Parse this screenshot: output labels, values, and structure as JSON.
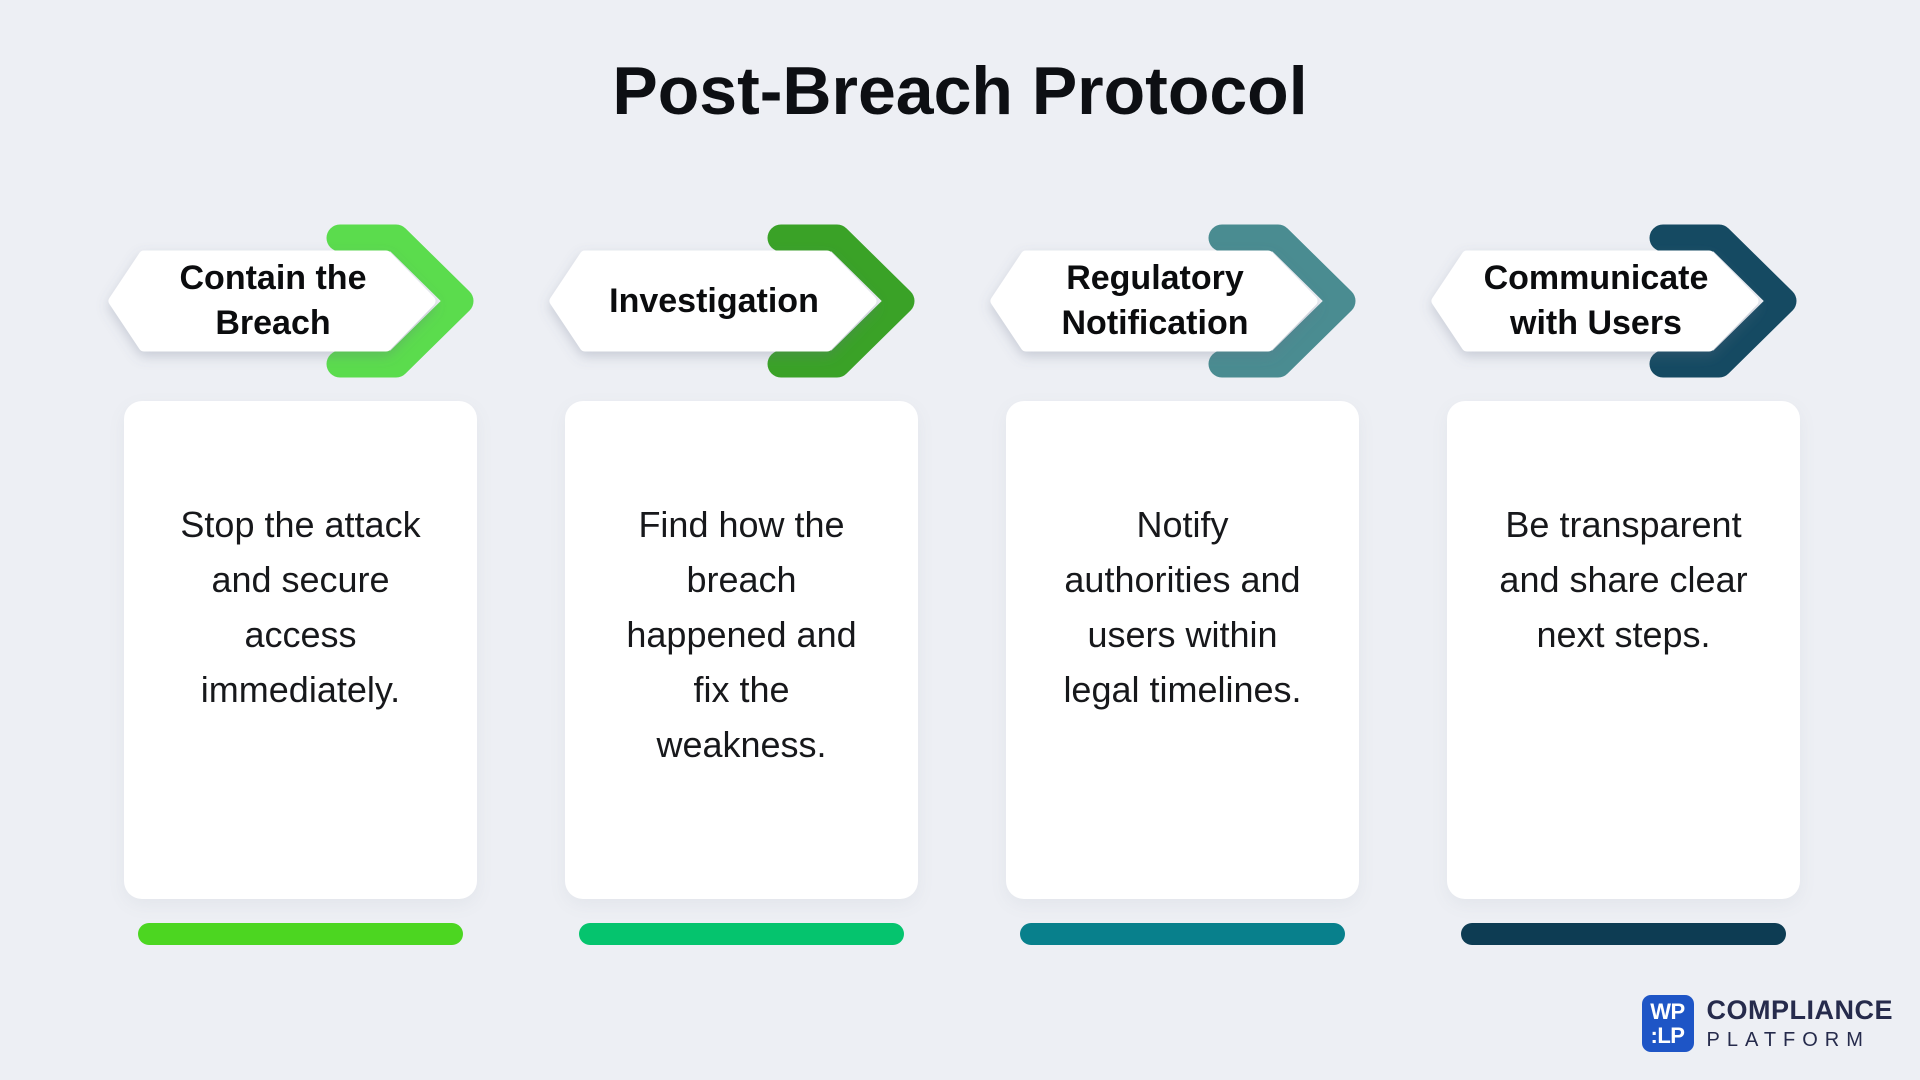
{
  "title": "Post-Breach Protocol",
  "steps": [
    {
      "label": "Contain the\nBreach",
      "description": "Stop the attack\nand secure\naccess\nimmediately.",
      "arrow_color": "#5BDC4D",
      "bar_color": "#4CD621"
    },
    {
      "label": "Investigation",
      "description": "Find how the\nbreach\nhappened and\nfix the\nweakness.",
      "arrow_color": "#3AA227",
      "bar_color": "#05C46E"
    },
    {
      "label": "Regulatory\nNotification",
      "description": "Notify\nauthorities and\nusers within\nlegal timelines.",
      "arrow_color": "#4A8C91",
      "bar_color": "#08808C"
    },
    {
      "label": "Communicate\nwith Users",
      "description": "Be transparent\nand share clear\nnext steps.",
      "arrow_color": "#154A62",
      "bar_color": "#0D3C53"
    }
  ],
  "logo": {
    "box_line1": "WP",
    "box_line2": ":LP",
    "name": "COMPLIANCE",
    "subtitle": "PLATFORM",
    "box_color": "#1E55C6",
    "text_color": "#262B4C"
  },
  "colors": {
    "background": "#EDEFF4",
    "card": "#FFFFFF",
    "title_text": "#0D0F13",
    "body_text": "#17181B"
  }
}
